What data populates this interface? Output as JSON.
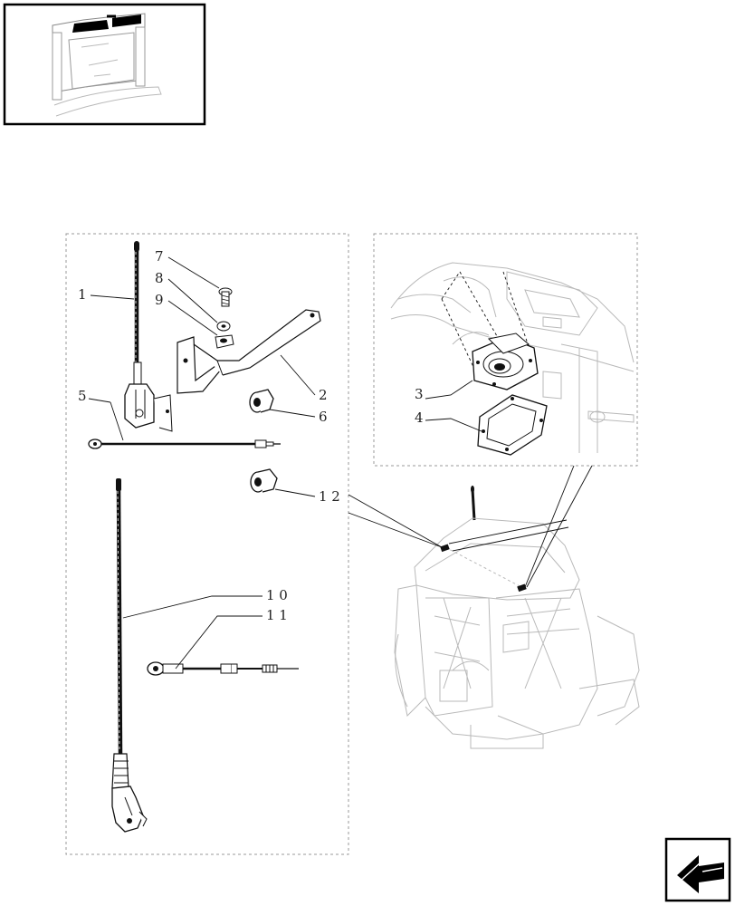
{
  "diagram": {
    "callouts": [
      {
        "id": "1",
        "text": "1"
      },
      {
        "id": "2",
        "text": "2"
      },
      {
        "id": "3",
        "text": "3"
      },
      {
        "id": "4",
        "text": "4"
      },
      {
        "id": "5",
        "text": "5"
      },
      {
        "id": "6",
        "text": "6"
      },
      {
        "id": "7",
        "text": "7"
      },
      {
        "id": "8",
        "text": "8"
      },
      {
        "id": "9",
        "text": "9"
      },
      {
        "id": "10",
        "text": "1 0"
      },
      {
        "id": "11",
        "text": "1 1"
      },
      {
        "id": "12",
        "text": "1 2"
      }
    ],
    "icons": {
      "thumbnail": "cab-thumbnail-icon",
      "navigation": "next-page-arrow-icon"
    }
  }
}
